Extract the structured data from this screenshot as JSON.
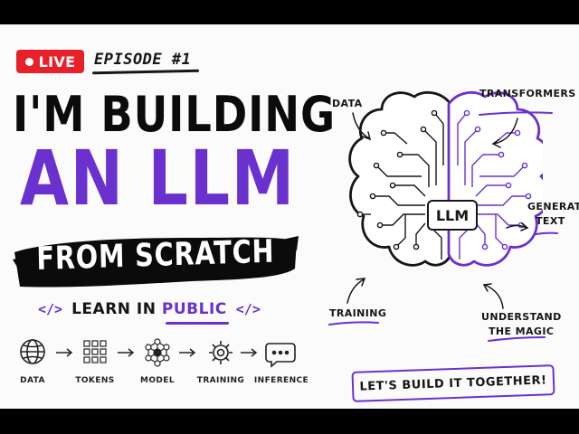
{
  "badge": {
    "live_label": "LIVE"
  },
  "episode": {
    "label": "EPISODE #1"
  },
  "headline": {
    "line1": "I'M BUILDING",
    "line2": "AN LLM",
    "line3": "FROM SCRATCH"
  },
  "tagline": {
    "open_code": "</>",
    "text": "LEARN IN",
    "highlight": "PUBLIC",
    "close_code": "</>"
  },
  "pipeline": {
    "steps": [
      {
        "label": "DATA",
        "icon": "globe-icon"
      },
      {
        "label": "TOKENS",
        "icon": "grid-icon"
      },
      {
        "label": "MODEL",
        "icon": "network-icon"
      },
      {
        "label": "TRAINING",
        "icon": "gear-icon"
      },
      {
        "label": "INFERENCE",
        "icon": "chat-bubble-icon"
      }
    ]
  },
  "diagram": {
    "center_label": "LLM",
    "annotations": {
      "data": "DATA",
      "transformers": "TRANSFORMERS",
      "generate": "GENERATE",
      "text": "TEXT",
      "training": "TRAINING",
      "understand": "UNDERSTAND",
      "magic": "THE MAGIC"
    }
  },
  "cta": {
    "label": "LET'S BUILD IT TOGETHER!"
  },
  "colors": {
    "accent": "#6b31cf",
    "live": "#e8202a",
    "ink": "#0b0b0b"
  }
}
